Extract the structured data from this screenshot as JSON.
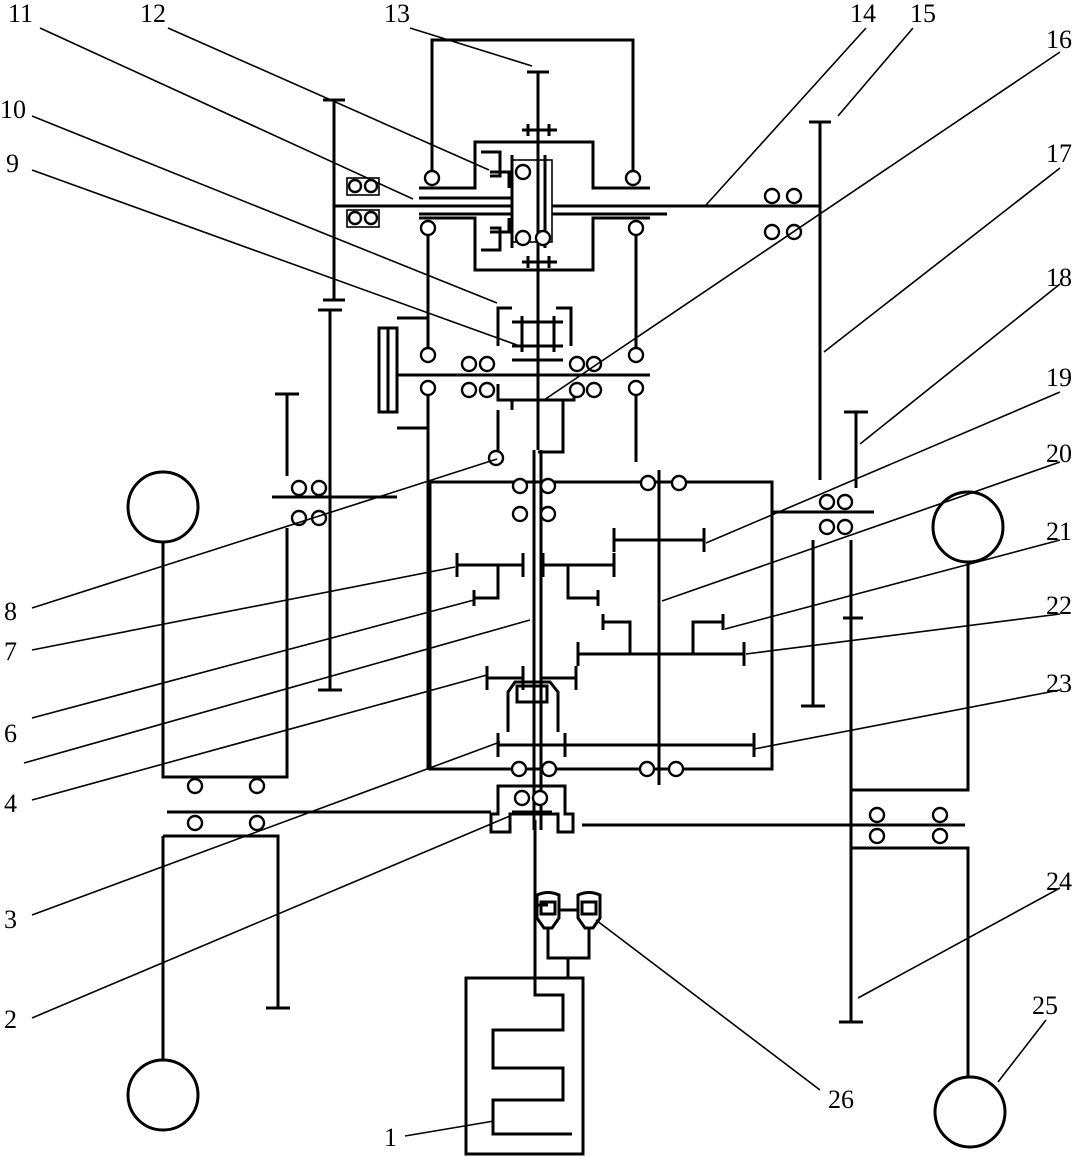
{
  "callouts": [
    "1",
    "2",
    "3",
    "4",
    "6",
    "7",
    "8",
    "9",
    "10",
    "11",
    "12",
    "13",
    "14",
    "15",
    "16",
    "17",
    "18",
    "19",
    "20",
    "21",
    "22",
    "23",
    "24",
    "25",
    "26"
  ]
}
